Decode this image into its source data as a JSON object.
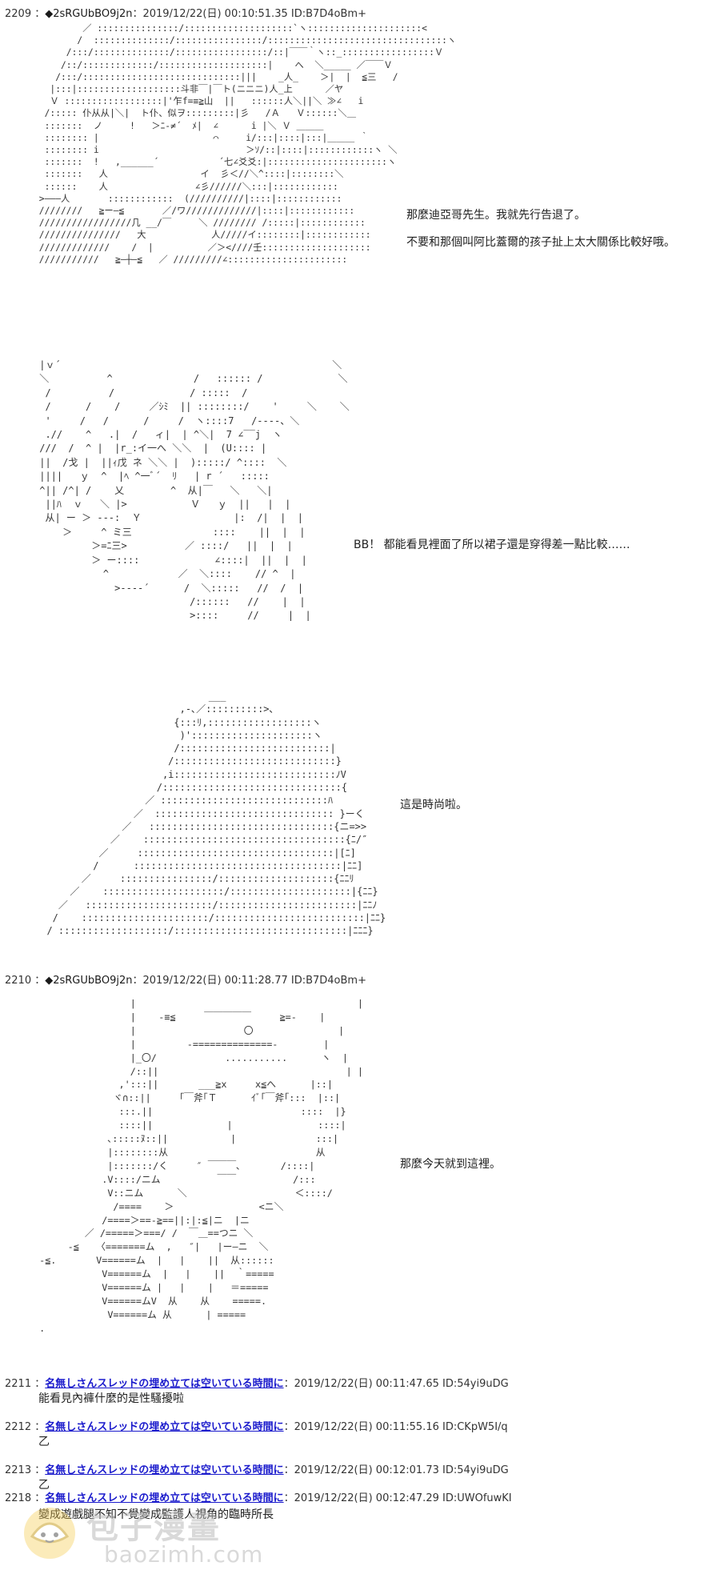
{
  "posts": [
    {
      "number": "2209",
      "separator": " ：",
      "trip": "◆2sRGUbBO9j2n",
      "datetime": "：2019/12/22(日) 00:10:51.35",
      "id": " ID:B7D4oBm+"
    },
    {
      "number": "2210",
      "separator": " ：",
      "trip": "◆2sRGUbBO9j2n",
      "datetime": "：2019/12/22(日) 00:11:28.77",
      "id": " ID:B7D4oBm+"
    }
  ],
  "dialogs": {
    "d1_line1": "那麼迪亞哥先生。我就先行告退了。",
    "d1_line2": "不要和那個叫阿比蓋爾的孩子扯上太大關係比較好哦。",
    "d2": "BB！ 都能看見裡面了所以裙子還是穿得差一點比較……",
    "d3": "這是時尚啦。",
    "d4": "那麼今天就到這裡。"
  },
  "replies": [
    {
      "number": "2211",
      "separator": " ：",
      "name": "名無しさんスレッドの埋め立ては空いている時間に",
      "datetime": "：2019/12/22(日) 00:11:47.65",
      "id": " ID:54yi9uDG",
      "body": "能看見內褲什麼的是性騷擾啦"
    },
    {
      "number": "2212",
      "separator": " ：",
      "name": "名無しさんスレッドの埋め立ては空いている時間に",
      "datetime": "：2019/12/22(日) 00:11:55.16",
      "id": " ID:CKpW5I/q",
      "body": "乙"
    },
    {
      "number": "2213",
      "separator": " ：",
      "name": "名無しさんスレッドの埋め立ては空いている時間に",
      "datetime": "：2019/12/22(日) 00:12:01.73",
      "id": " ID:54yi9uDG",
      "body": "乙"
    },
    {
      "number": "2218",
      "separator": " ：",
      "name": "名無しさんスレッドの埋め立ては空いている時間に",
      "datetime": "：2019/12/22(日) 00:12:47.29",
      "id": " ID:UWOfuwKI",
      "body": "變成遊戲腿不知不覺變成監護人視角的臨時所長"
    }
  ],
  "ascii_art": {
    "art1": "         ／ :::::::::::::::/::::::::::::::::::::`ヽ:::::::::::::::::::::<\n        /  ::::::::::::::/::::::::::::::::/:::::::::::::::::::::::::::::::::ヽ\n      /:::/::::::::::::::/:::::::::::::::::/::|￣￣｀ヽ::_:::::::::::::::::Ｖ\n     /::/:::::::::::::/::::::::::::::::::::|    へ  ＼_____ ／￣￣Ｖ\n    /:::/:::::::::::::::::::::::::::::|||    _人_    ＞|  |  ≦三   /\n   |:::|:::::::::::::::::::斗非￣|￣ト(ニニニ)人_上      ／ヤ\n   Ｖ ::::::::::::::::::|'乍f=≡≧山  ||   ::::::人＼||＼ ≫∠   i\n  /::::: 仆从从|＼|  ト仆、似ヲ:::::::::|彡   /Ａ   Ｖ::::::＼＿\n  :::::::  ノ     !   ＞ﾆ‐≠´  ﾒ|  ∠      i |＼ Ｖ ＿＿＿\n  :::::::: |                     ⌒     i/:::|::::|:::|＿＿＿ ｀\n  :::::::: i                           ＞ｿ/::|::::|::::::::::::ヽ ＼\n  :::::::  !   ,______´           ´七∠爻爻:|::::::::::::::::::::::ヽ\n  :::::::   人                 イ  彡＜//＼^::::|::::::::＼\n  ::::::    人                ∠彡//////＼:::|::::::::::::\n >―――人       ::::::::::::  (//////////|::::|::::::::::::\n ////////   ≧ー―≦       ／/ワ/////////////|::::|::::::::::::\n /////////////////几 __/￣     ＼ //////// /:::::|::::::::::::\n ///////////////   大            人/////イ::::::::|::::::::::::\n /////////////    /  |          ／＞<////壬::::::::::::::::::::\n ///////////   ≧―┼―≦   ／ /////////∠::::::::::::::::::::::",
    "art2": " |ｖ´                                               ＼\n ＼          ^              /   :::::: /             ＼\n  /          /             / :::::  /               \n  /      /    /     ／ｼﾐ  || ::::::::/    '     ＼    ＼\n  '     /   /      /     /  ヽ::::7   /----、＼\n  .//    ^   .|  /   ィ|  | ^＼|  7 ∠‾‾j  ヽ\n ///  /  ^ |  |r_:イ一へ ＼＼  |  (U:::: |\n ||  /戈 |  ||ｨ戊 ネ ＼＼ |  ):::::/ ^::::  ＼\n ||||   ｙ  ^  |ﾍ ^一ﾞ´  ﾘ   | r ´   :::::\n ^|| /^| /    乂        ^  从|￣   ＼   ＼|\n  ||ﾊ  ｖ   ＼ |>           Ｖ   ｙ  ||   |  |\n  从| ー ＞ ‐‐‐:  Ｙ                |:  /|  |  |\n     ＞     ^ ミ三              ::::    ||  |  |\n          ＞=ﾆ三>          ／ ::::/   ||  |  |\n          ＞ ー::::             ∠::::|  ||  |  |\n            ^            ／  ＼::::    // ^  |\n              >----´      /  ＼:::::   //  /  |\n                           /::::::   //    |  |\n                           >::::     //     |  |",
    "art3": "                              ___\n                         ,-､／::::::::::>､\n                        {:::ﾘ,::::::::::::::::::ヽ\n                         )':::::::::::::::::::::ヽ\n                        /::::::::::::::::::::::::::|\n                       /::::::::::::::::::::::::::::}\n                      ,i::::::::::::::::::::::::::::ﾉV\n                     /:::::::::::::::::::::::::::::::{\n                   ／ :::::::::::::::::::::::::::::ﾊ\n                 ／  ::::::::::::::::::::::::::::::: }ーく\n               ／   ::::::::::::::::::::::::::::::::{ニ=>>\n             ／    :::::::::::::::::::::::::::::::::::{ﾆ/″\n           ／     ::::::::::::::::::::::::::::::::::|[ﾆ]\n          /      ::::::::::::::::::::::::::::::::::::|ﾆﾆ]\n        ／     ::::::::::::::::/::::::::::::::::::::{ﾆﾆﾘ\n      ／    :::::::::::::::::::::/:::::::::::::::::::::|{ﾆﾆ}\n    ／   ::::::::::::::::::::::/::::::::::::::::::::::::|ﾆﾆﾉ\n   /    ::::::::::::::::::::::/::::::::::::::::::::::::::|ﾆﾆ}\n  / :::::::::::::::::::/::::::::::::::::::::::::::::::|ﾆﾆﾆ}",
    "art4": "                 |                                       |\n                 |    -≡≦     ￣￣￣￣￣     ≧=-    |\n                 |                   〇               |\n                 |         -==============-        |\n                 |_〇/            ...........      ヽ  |\n                 /::||                                 | |\n               ,':::||       ___≧x     x≦へ      |::|\n              ヾ∩::||     ｢￣斧｢Ｔ      ｲﾞ｢￣斧｢:::  |::|\n               :::.||                          ::::  |}\n               ::::||             |               ::::|\n             ､:::::ﾇ::||           |              :::|\n             |::::::::从                          从\n             |:::::::/く     ″ ￣￣￣､       /::::|\n            .V::::/ニム          ￣￣          /:::\n             V::ニム      ＼                   ＜::::/\n              /====    ＞               <ニ＼\n            /====＞==‐≧==||:|:≦|ニ  |ニ\n         ／ /=====＞===/ /  ￣＿==つニ ＼\n      -≦   〈=======ム  ,   ″|   |ー―ニ  ＼\n -≦.       V======ム  |   |    ||  从::::::\n            V======ム  |   |    ||  ｀=====\n            V======ム |   |    |   ＝=====\n            V======ムV  从    从    =====.\n             V======ム 从      | =====\n ."
  },
  "watermark": {
    "title": "包子漫畫",
    "url": "baozimh.com"
  }
}
